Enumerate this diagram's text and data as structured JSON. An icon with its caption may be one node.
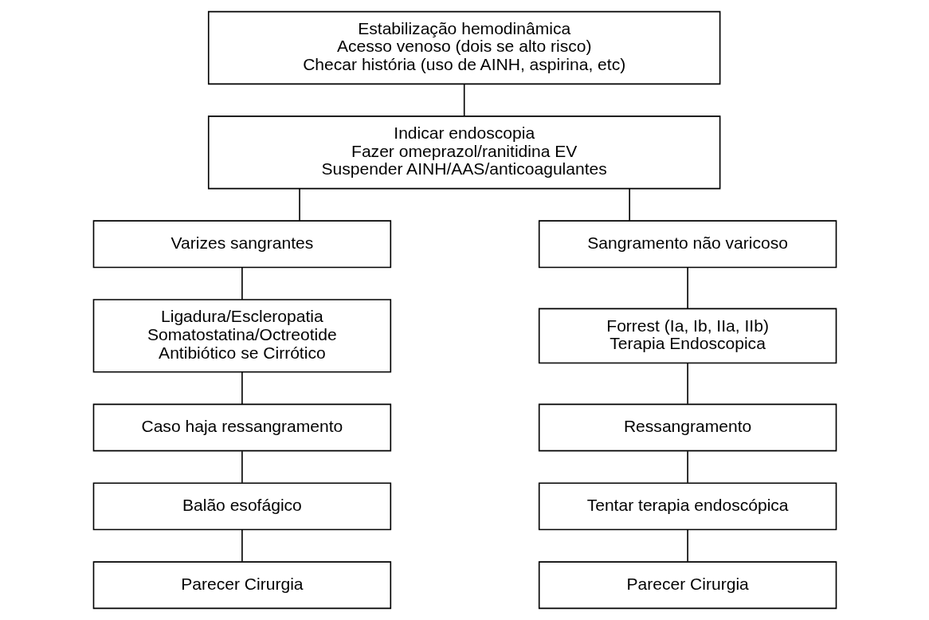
{
  "diagram": {
    "nodes": [
      {
        "text": [
          "Estabilização hemodinâmica",
          "Acesso venoso (dois se alto risco)",
          "Checar história (uso de AINH, aspirina, etc)"
        ]
      },
      {
        "text": [
          "Indicar endoscopia",
          "Fazer omeprazol/ranitidina EV",
          "Suspender AINH/AAS/anticoagulantes"
        ]
      },
      {
        "text": [
          "Varizes sangrantes"
        ]
      },
      {
        "text": [
          "Sangramento não varicoso"
        ]
      },
      {
        "text": [
          "Ligadura/Escleropatia",
          "Somatostatina/Octreotide",
          "Antibiótico se Cirrótico"
        ]
      },
      {
        "text": [
          "Forrest (Ia, Ib, IIa, IIb)",
          "Terapia Endoscopica"
        ]
      },
      {
        "text": [
          "Caso haja ressangramento"
        ]
      },
      {
        "text": [
          "Ressangramento"
        ]
      },
      {
        "text": [
          "Balão esofágico"
        ]
      },
      {
        "text": [
          "Tentar terapia endoscópica"
        ]
      },
      {
        "text": [
          "Parecer Cirurgia"
        ]
      },
      {
        "text": [
          "Parecer Cirurgia"
        ]
      }
    ],
    "edges": [
      {
        "from": 0,
        "to": 1,
        "arrow": "none"
      },
      {
        "from": 1,
        "to": 2,
        "arrow": "none"
      },
      {
        "from": 1,
        "to": 3,
        "arrow": "none"
      },
      {
        "from": 2,
        "to": 4,
        "arrow": "none"
      },
      {
        "from": 4,
        "to": 6,
        "arrow": "none"
      },
      {
        "from": 6,
        "to": 8,
        "arrow": "none"
      },
      {
        "from": 8,
        "to": 10,
        "arrow": "none"
      },
      {
        "from": 3,
        "to": 5,
        "arrow": "none"
      },
      {
        "from": 5,
        "to": 7,
        "arrow": "none"
      },
      {
        "from": 7,
        "to": 9,
        "arrow": "none"
      },
      {
        "from": 9,
        "to": 11,
        "arrow": "none"
      }
    ]
  }
}
